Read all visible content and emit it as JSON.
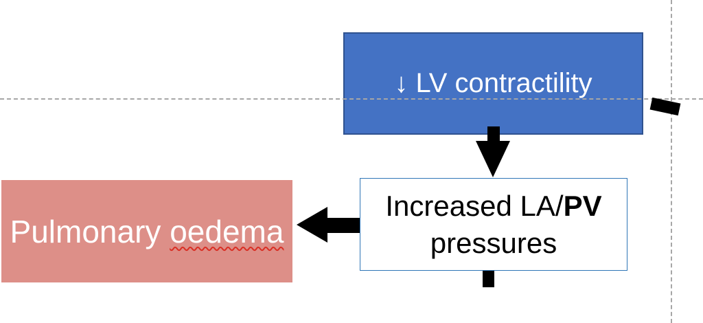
{
  "diagram": {
    "type": "flowchart",
    "nodes": {
      "lv_contractility": {
        "label": "↓ LV contractility"
      },
      "la_pv_pressures": {
        "line1_normal": "Increased LA/",
        "line1_bold": "PV",
        "line2": "pressures"
      },
      "pulmonary_oedema": {
        "word1": "Pulmonary ",
        "word2_misspelled": "oedema"
      }
    },
    "edges": [
      {
        "from": "lv_contractility",
        "to": "la_pv_pressures",
        "direction": "down"
      },
      {
        "from": "la_pv_pressures",
        "to": "pulmonary_oedema",
        "direction": "left"
      }
    ],
    "colors": {
      "lv_fill": "#4472C4",
      "lv_border": "#2F528F",
      "lv_text": "#FFFFFF",
      "lapv_fill": "#FFFFFF",
      "lapv_border": "#2E75B6",
      "lapv_text": "#000000",
      "oedema_fill": "#DD8F88",
      "oedema_text": "#FFFFFF",
      "arrow": "#000000",
      "guide_line": "#A6A6A6",
      "spellcheck_underline": "#D93025"
    },
    "annotations": {
      "horizontal_guide": "dashed gray guide line across full width",
      "vertical_guide": "dashed gray guide line full height near right edge",
      "ink_mark": "small rotated black mark over right guide intersection",
      "arrow_stub": "black connector stub below pressures box"
    }
  }
}
